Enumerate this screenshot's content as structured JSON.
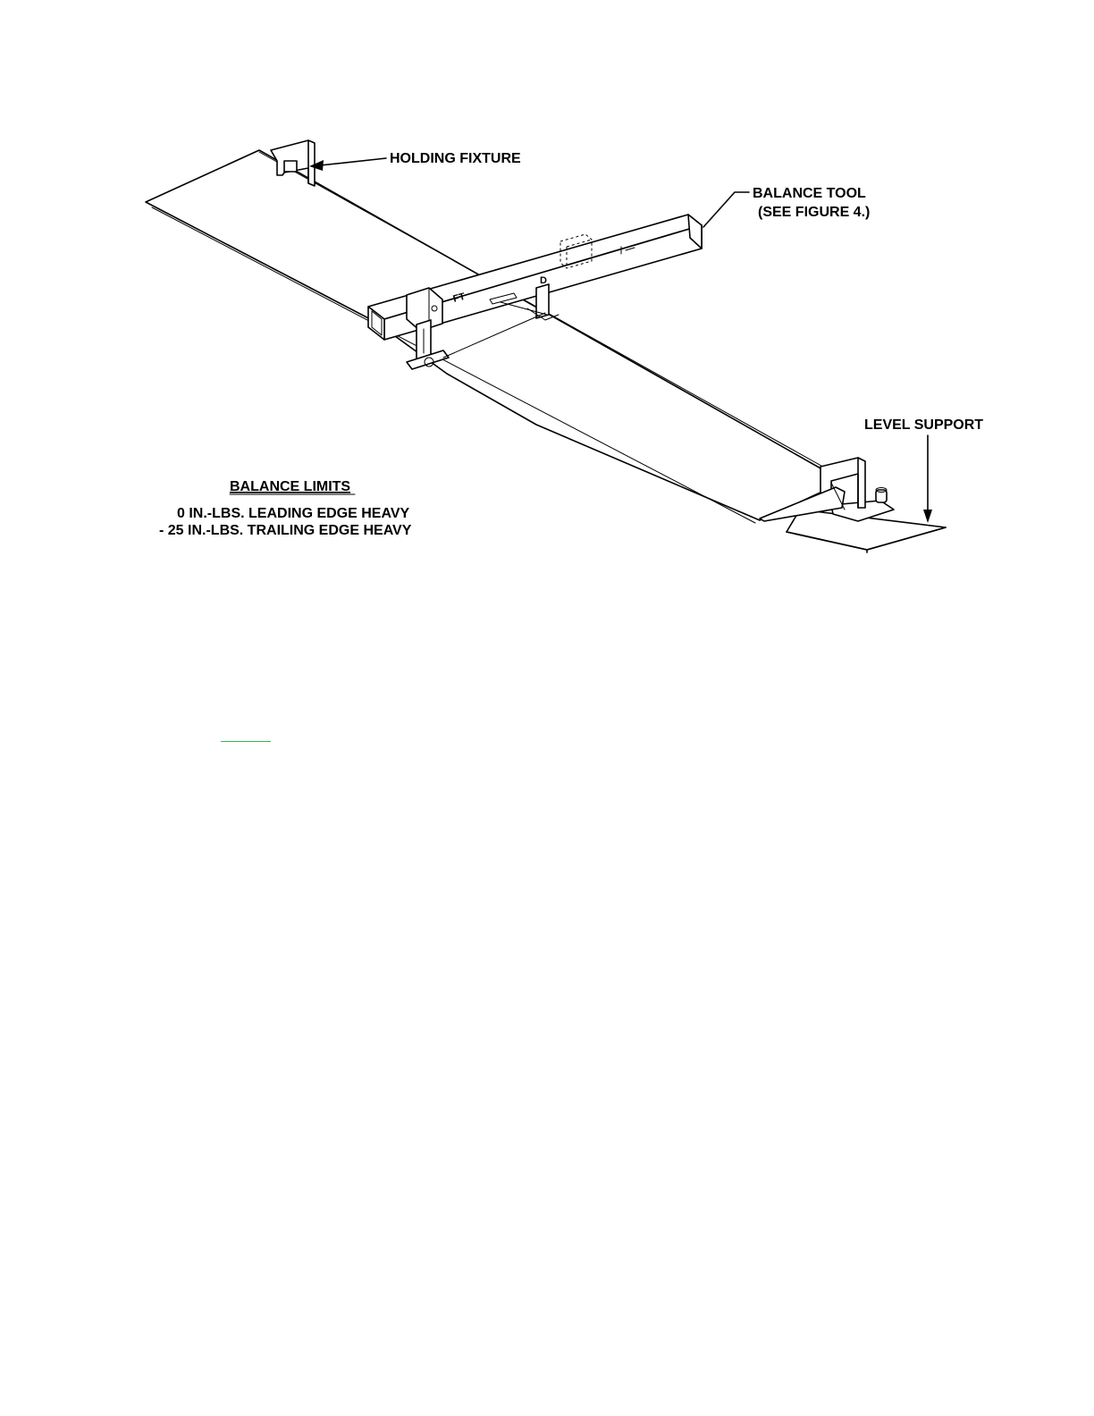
{
  "figure": {
    "callouts": {
      "holding_fixture": "HOLDING FIXTURE",
      "balance_tool_line1": "BALANCE TOOL",
      "balance_tool_line2": "(SEE FIGURE 4.)",
      "level_support": "LEVEL SUPPORT"
    },
    "balance_limits": {
      "heading": "BALANCE LIMITS",
      "line1": "0 IN.-LBS. LEADING EDGE HEAVY",
      "line2": "- 25 IN.-LBS. TRAILING EDGE HEAVY"
    },
    "tool_markings": {
      "ft": "FT",
      "mark_d": "D",
      "mark_i": "I"
    }
  },
  "link": {
    "color": "#39b54a"
  }
}
